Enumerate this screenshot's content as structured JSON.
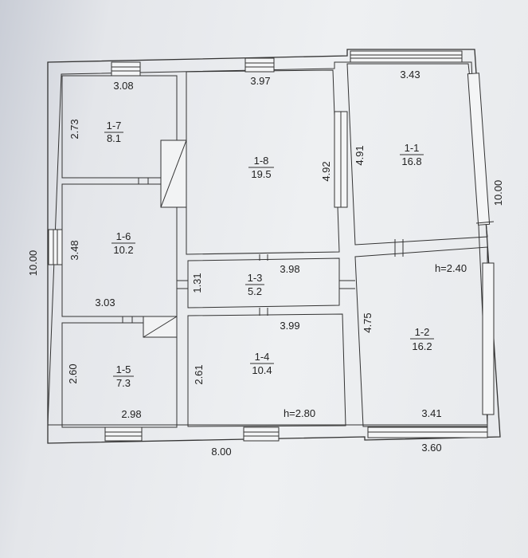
{
  "rooms": [
    {
      "id": "1-1",
      "area": "16.8"
    },
    {
      "id": "1-2",
      "area": "16.2"
    },
    {
      "id": "1-3",
      "area": "5.2"
    },
    {
      "id": "1-4",
      "area": "10.4"
    },
    {
      "id": "1-5",
      "area": "7.3"
    },
    {
      "id": "1-6",
      "area": "10.2"
    },
    {
      "id": "1-7",
      "area": "8.1"
    },
    {
      "id": "1-8",
      "area": "19.5"
    }
  ],
  "dimensions": {
    "r7_top": "3.08",
    "r7_side": "2.73",
    "r8_top": "3.97",
    "r8_side": "4.92",
    "r1_top": "3.43",
    "r1_side": "4.91",
    "r6_side": "3.48",
    "r6_bottom": "3.03",
    "r3_top": "3.98",
    "r3_side": "1.31",
    "r3_bottom": "3.99",
    "r2_side": "4.75",
    "r2_bottom": "3.41",
    "r5_side": "2.60",
    "r5_bottom": "2.98",
    "r4_side": "2.61",
    "outer_left": "10.00",
    "outer_right": "10.00",
    "outer_bottom_left": "8.00",
    "outer_bottom_right": "3.60"
  },
  "heights": {
    "main": "h=2.80",
    "extension": "h=2.40"
  }
}
